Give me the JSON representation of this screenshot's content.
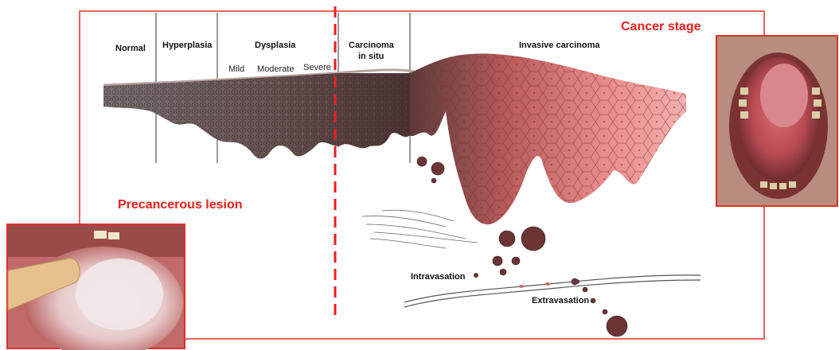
{
  "stage_labels": {
    "normal": "Normal",
    "hyperplasia": "Hyperplasia",
    "dysplasia": "Dysplasia",
    "carcinoma_line1": "Carcinoma",
    "carcinoma_line2": "in situ",
    "invasive": "Invasive carcinoma"
  },
  "dysplasia_grades": {
    "mild": "Mild",
    "moderate": "Moderate",
    "severe": "Severe"
  },
  "callouts": {
    "precancerous": "Precancerous lesion",
    "cancer_stage": "Cancer stage"
  },
  "process_labels": {
    "intravasation": "Intravasation",
    "extravasation": "Extravasation"
  },
  "colors": {
    "accent_red": "#e8201e",
    "frame_red": "#e0302a",
    "tissue_dark": "#3b2a2a",
    "tumor_pink": "#e08080"
  },
  "photos": {
    "precancerous_photo": "photo-oral-leukoplakia",
    "cancer_photo": "photo-oral-carcinoma"
  }
}
